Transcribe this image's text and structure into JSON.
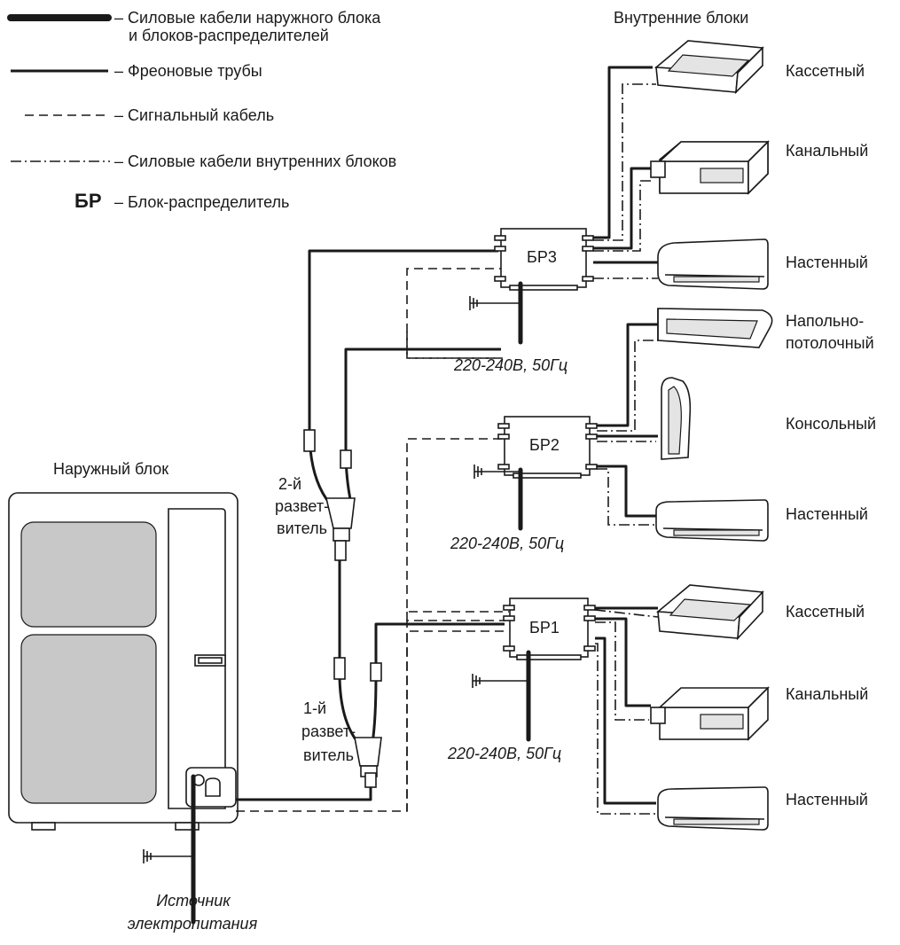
{
  "legend": {
    "items": [
      {
        "text": [
          "– Силовые кабели наружного блока",
          "и блоков-распределителей"
        ]
      },
      {
        "text": [
          "– Фреоновые трубы"
        ]
      },
      {
        "text": [
          "– Сигнальный кабель"
        ]
      },
      {
        "text": [
          "– Силовые кабели внутренних блоков"
        ]
      },
      {
        "text": [
          "– Блок-распределитель"
        ]
      }
    ],
    "symbol_bp": "БР"
  },
  "indoor_header": "Внутренние блоки",
  "outdoor": {
    "label": "Наружный блок",
    "power_label": [
      "Источник",
      "электропитания"
    ]
  },
  "branches": [
    {
      "label": [
        "2-й",
        "развет-",
        "витель"
      ]
    },
    {
      "label": [
        "1-й",
        "развет-",
        "витель"
      ]
    }
  ],
  "boxes": [
    {
      "name": "БР3",
      "power": "220-240В, 50Гц"
    },
    {
      "name": "БР2",
      "power": "220-240В, 50Гц"
    },
    {
      "name": "БР1",
      "power": "220-240В, 50Гц"
    }
  ],
  "indoor_units": [
    {
      "label": [
        "Кассетный"
      ]
    },
    {
      "label": [
        "Канальный"
      ]
    },
    {
      "label": [
        "Настенный"
      ]
    },
    {
      "label": [
        "Напольно-",
        "потолочный"
      ]
    },
    {
      "label": [
        "Консольный"
      ]
    },
    {
      "label": [
        "Настенный"
      ]
    },
    {
      "label": [
        "Кассетный"
      ]
    },
    {
      "label": [
        "Канальный"
      ]
    },
    {
      "label": [
        "Настенный"
      ]
    }
  ]
}
